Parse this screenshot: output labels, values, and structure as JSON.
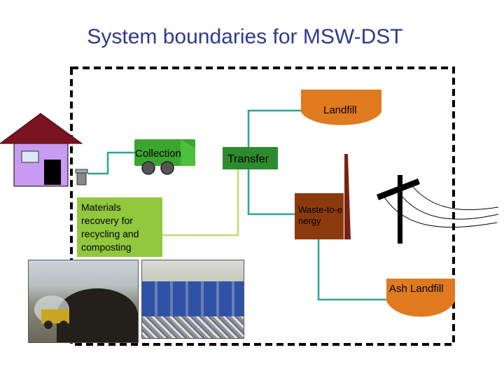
{
  "title": "System boundaries for MSW-DST",
  "nodes": {
    "landfill": "Landfill",
    "collection": "Collection",
    "transfer": "Transfer",
    "mrf": "Materials recovery for recycling and composting",
    "wte": "Waste-to-energy",
    "ash_landfill": "Ash Landfill"
  },
  "colors": {
    "boundary": "#000000",
    "connector": "#2fa58f",
    "mrf_connector": "#c8d870",
    "landfill": "#e07a1f",
    "collection": "#3ca52e",
    "transfer": "#2e8a2e",
    "mrf_box": "#92c83e",
    "wte_box": "#8b3a0e",
    "house_wall": "#c99bf2",
    "house_roof": "#7a1420"
  }
}
